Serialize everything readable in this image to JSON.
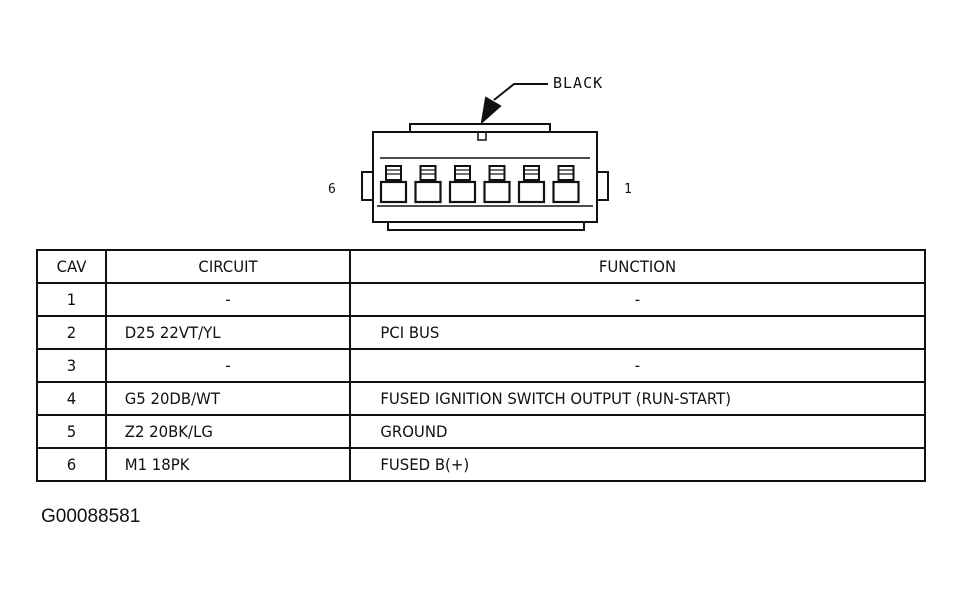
{
  "connector": {
    "color_label": "BLACK",
    "left_pin_label": "6",
    "right_pin_label": "1",
    "cavity_count": 6
  },
  "table": {
    "headers": {
      "cav": "CAV",
      "circuit": "CIRCUIT",
      "function": "FUNCTION"
    },
    "rows": [
      {
        "cav": "1",
        "circuit": "-",
        "function": "-"
      },
      {
        "cav": "2",
        "circuit": "D25 22VT/YL",
        "function": "PCI BUS"
      },
      {
        "cav": "3",
        "circuit": "-",
        "function": "-"
      },
      {
        "cav": "4",
        "circuit": "G5 20DB/WT",
        "function": "FUSED IGNITION SWITCH OUTPUT (RUN-START)"
      },
      {
        "cav": "5",
        "circuit": "Z2 20BK/LG",
        "function": "GROUND"
      },
      {
        "cav": "6",
        "circuit": "M1 18PK",
        "function": "FUSED B(+)"
      }
    ]
  },
  "figure_id": "G00088581"
}
